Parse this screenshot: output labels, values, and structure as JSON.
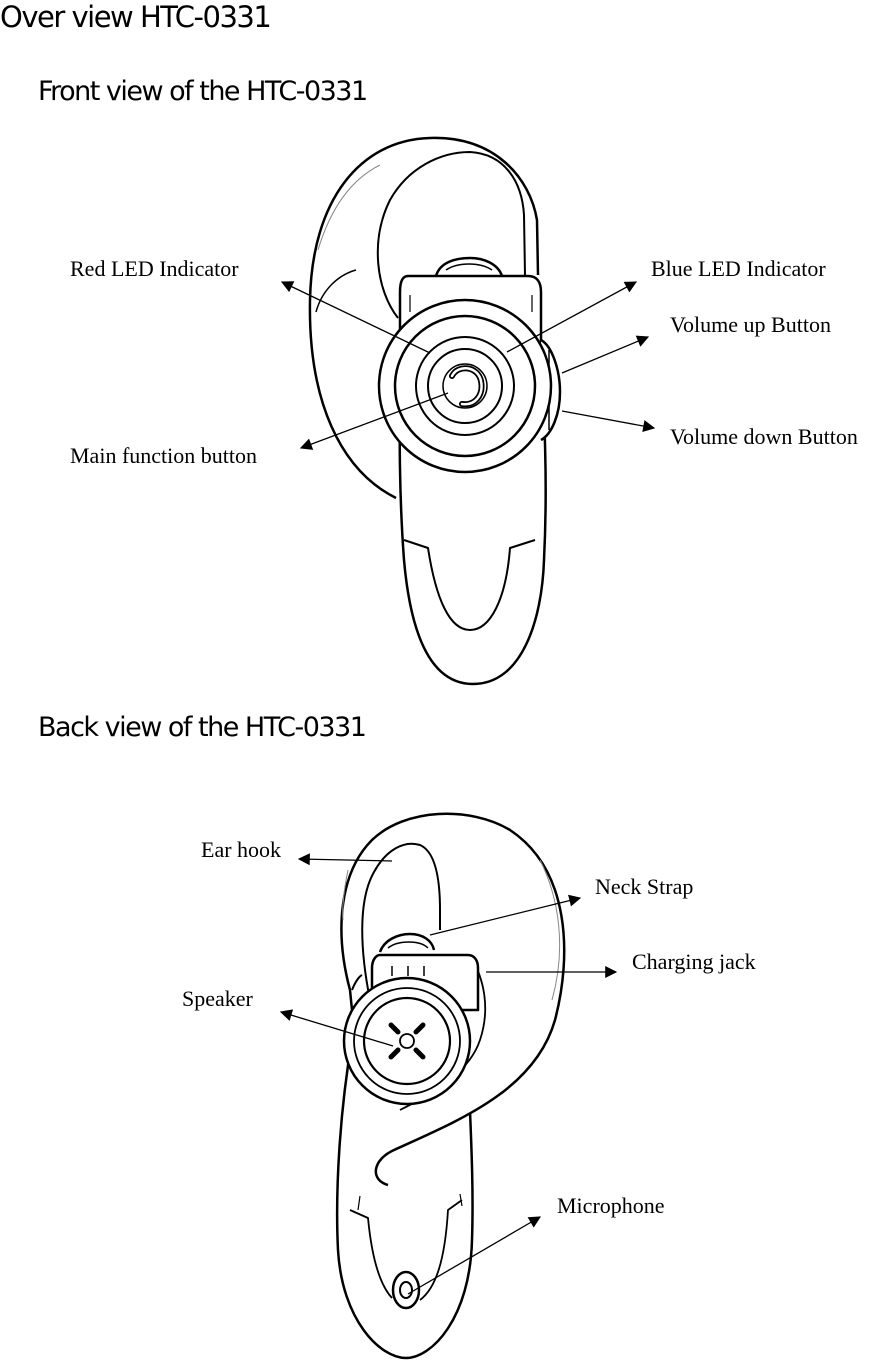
{
  "title": "Over view HTC-0331",
  "front": {
    "heading": "Front view of the HTC-0331",
    "labels": {
      "red_led": "Red LED Indicator",
      "blue_led": "Blue LED Indicator",
      "volume_up": "Volume up Button",
      "volume_down": "Volume down Button",
      "main_function": "Main function button"
    }
  },
  "back": {
    "heading": "Back view of the HTC-0331",
    "labels": {
      "ear_hook": "Ear hook",
      "neck_strap": "Neck Strap",
      "charging_jack": "Charging jack",
      "speaker": "Speaker",
      "microphone": "Microphone"
    }
  }
}
